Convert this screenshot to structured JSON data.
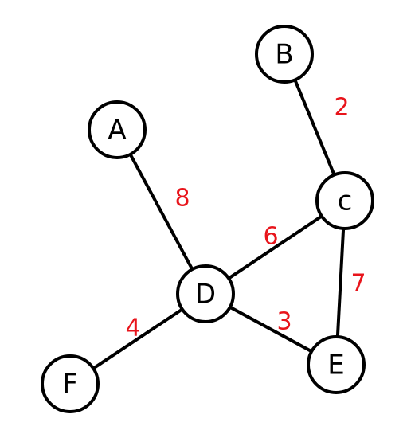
{
  "graph": {
    "nodes": [
      {
        "id": "A",
        "label": "A"
      },
      {
        "id": "B",
        "label": "B"
      },
      {
        "id": "C",
        "label": "c"
      },
      {
        "id": "D",
        "label": "D"
      },
      {
        "id": "E",
        "label": "E"
      },
      {
        "id": "F",
        "label": "F"
      }
    ],
    "edges": [
      {
        "from": "A",
        "to": "D",
        "weight": "8"
      },
      {
        "from": "B",
        "to": "C",
        "weight": "2"
      },
      {
        "from": "C",
        "to": "D",
        "weight": "6"
      },
      {
        "from": "C",
        "to": "E",
        "weight": "7"
      },
      {
        "from": "D",
        "to": "E",
        "weight": "3"
      },
      {
        "from": "D",
        "to": "F",
        "weight": "4"
      }
    ]
  },
  "colors": {
    "node_stroke": "#000000",
    "edge": "#000000",
    "weight": "#e8141b",
    "background": "#ffffff"
  }
}
